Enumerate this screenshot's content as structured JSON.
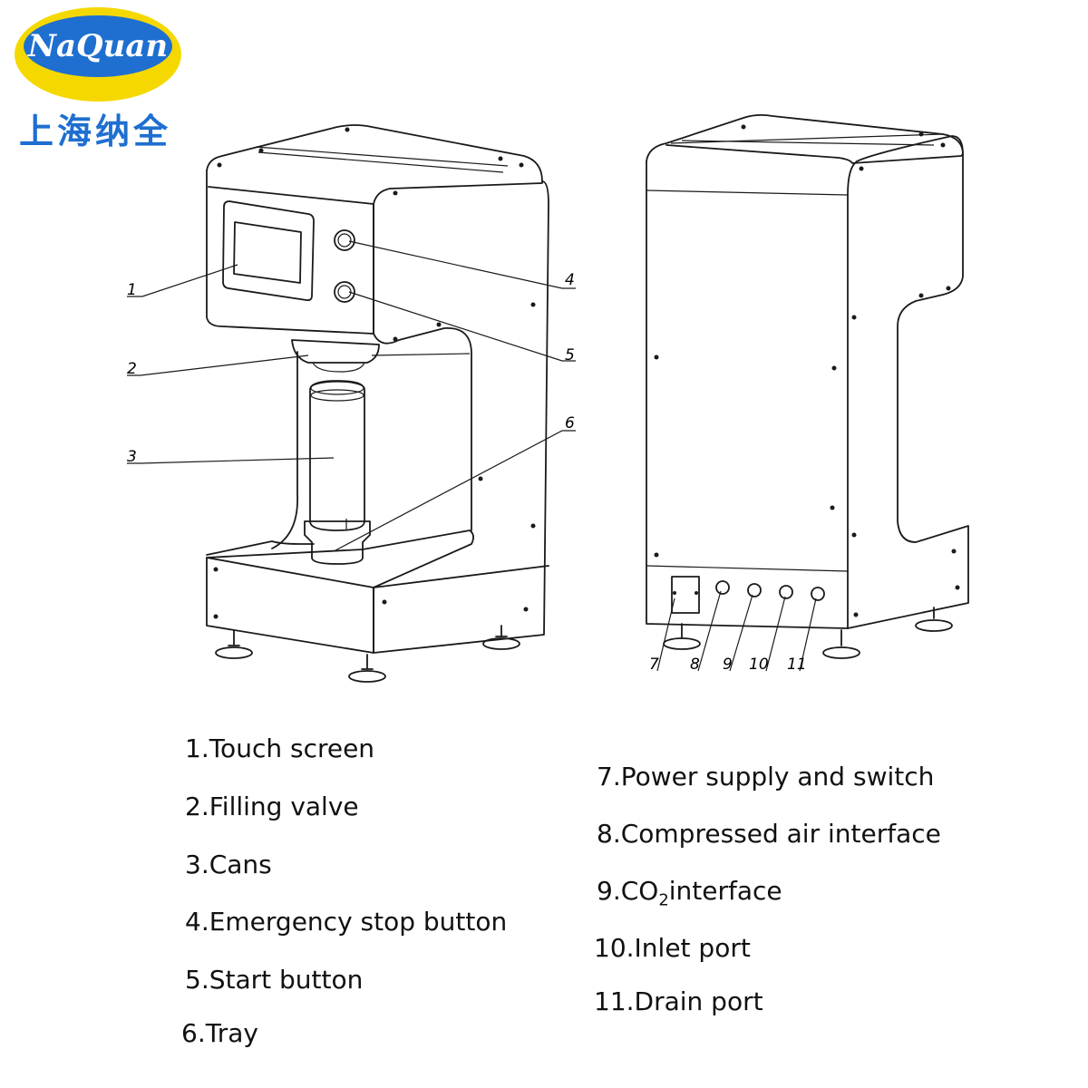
{
  "brand": {
    "name": "NaQuan",
    "chinese_name": "上海纳全",
    "colors": {
      "ellipse_yellow": "#F5D800",
      "ellipse_blue": "#1E6FD0",
      "chinese_text": "#1E6FD0"
    }
  },
  "callouts": {
    "front": [
      "1",
      "2",
      "3",
      "4",
      "5",
      "6"
    ],
    "back": [
      "7",
      "8",
      "9",
      "10",
      "11"
    ]
  },
  "legend": {
    "left": [
      "1.Touch screen",
      "2.Filling valve",
      "3.Cans",
      "4.Emergency stop button",
      "5.Start button",
      "6.Tray"
    ],
    "right": [
      "7.Power supply and switch",
      "8.Compressed air interface",
      {
        "prefix": "9.CO",
        "subscript": "2",
        "suffix": "interface"
      },
      "10.Inlet port",
      "11.Drain port"
    ]
  }
}
